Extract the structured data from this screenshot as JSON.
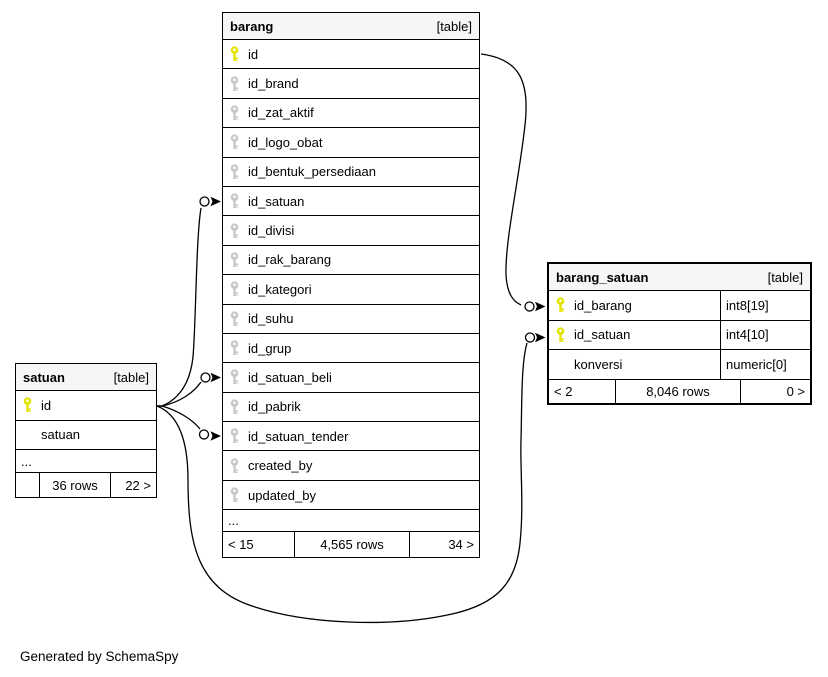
{
  "diagram": {
    "generator_note": "Generated by SchemaSpy"
  },
  "colors": {
    "primary_key": "#e3e300",
    "foreign_key": "#c8c8c8",
    "header_bg": "#f6f6f6",
    "line": "#000000"
  },
  "tables": [
    {
      "name": "barang",
      "tag": "[table]",
      "columns": [
        {
          "name": "id",
          "key": "primary"
        },
        {
          "name": "id_brand",
          "key": "foreign"
        },
        {
          "name": "id_zat_aktif",
          "key": "foreign"
        },
        {
          "name": "id_logo_obat",
          "key": "foreign"
        },
        {
          "name": "id_bentuk_persediaan",
          "key": "foreign"
        },
        {
          "name": "id_satuan",
          "key": "foreign"
        },
        {
          "name": "id_divisi",
          "key": "foreign"
        },
        {
          "name": "id_rak_barang",
          "key": "foreign"
        },
        {
          "name": "id_kategori",
          "key": "foreign"
        },
        {
          "name": "id_suhu",
          "key": "foreign"
        },
        {
          "name": "id_grup",
          "key": "foreign"
        },
        {
          "name": "id_satuan_beli",
          "key": "foreign"
        },
        {
          "name": "id_pabrik",
          "key": "foreign"
        },
        {
          "name": "id_satuan_tender",
          "key": "foreign"
        },
        {
          "name": "created_by",
          "key": "foreign"
        },
        {
          "name": "updated_by",
          "key": "foreign"
        }
      ],
      "ellipsis": "...",
      "footer": {
        "left": "< 15",
        "center": "4,565 rows",
        "right": "34 >"
      }
    },
    {
      "name": "satuan",
      "tag": "[table]",
      "columns": [
        {
          "name": "id",
          "key": "primary"
        },
        {
          "name": "satuan",
          "key": "none"
        }
      ],
      "ellipsis": "...",
      "footer": {
        "left": "",
        "center": "36 rows",
        "right": "22 >"
      }
    },
    {
      "name": "barang_satuan",
      "tag": "[table]",
      "columns": [
        {
          "name": "id_barang",
          "key": "primary",
          "type": "int8[19]"
        },
        {
          "name": "id_satuan",
          "key": "primary",
          "type": "int4[10]"
        },
        {
          "name": "konversi",
          "key": "none",
          "type": "numeric[0]"
        }
      ],
      "footer": {
        "left": "< 2",
        "center": "8,046 rows",
        "right": "0 >"
      }
    }
  ],
  "relationships": [
    {
      "from": "barang.id",
      "to": "barang_satuan.id_barang"
    },
    {
      "from": "satuan.id",
      "to": "barang_satuan.id_satuan"
    },
    {
      "from": "satuan.id",
      "to": "barang.id_satuan"
    },
    {
      "from": "satuan.id",
      "to": "barang.id_satuan_beli"
    },
    {
      "from": "satuan.id",
      "to": "barang.id_satuan_tender"
    }
  ]
}
